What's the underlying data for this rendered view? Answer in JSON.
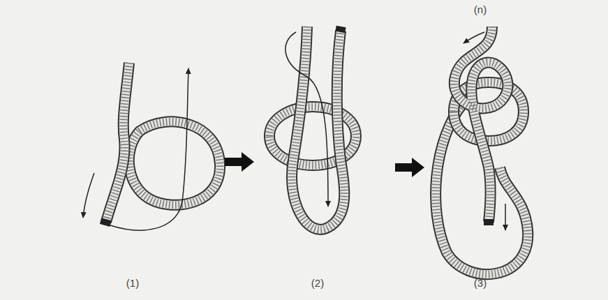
{
  "diagram": {
    "labels": [
      "(1)",
      "(2)",
      "(3)",
      "(n)"
    ]
  }
}
